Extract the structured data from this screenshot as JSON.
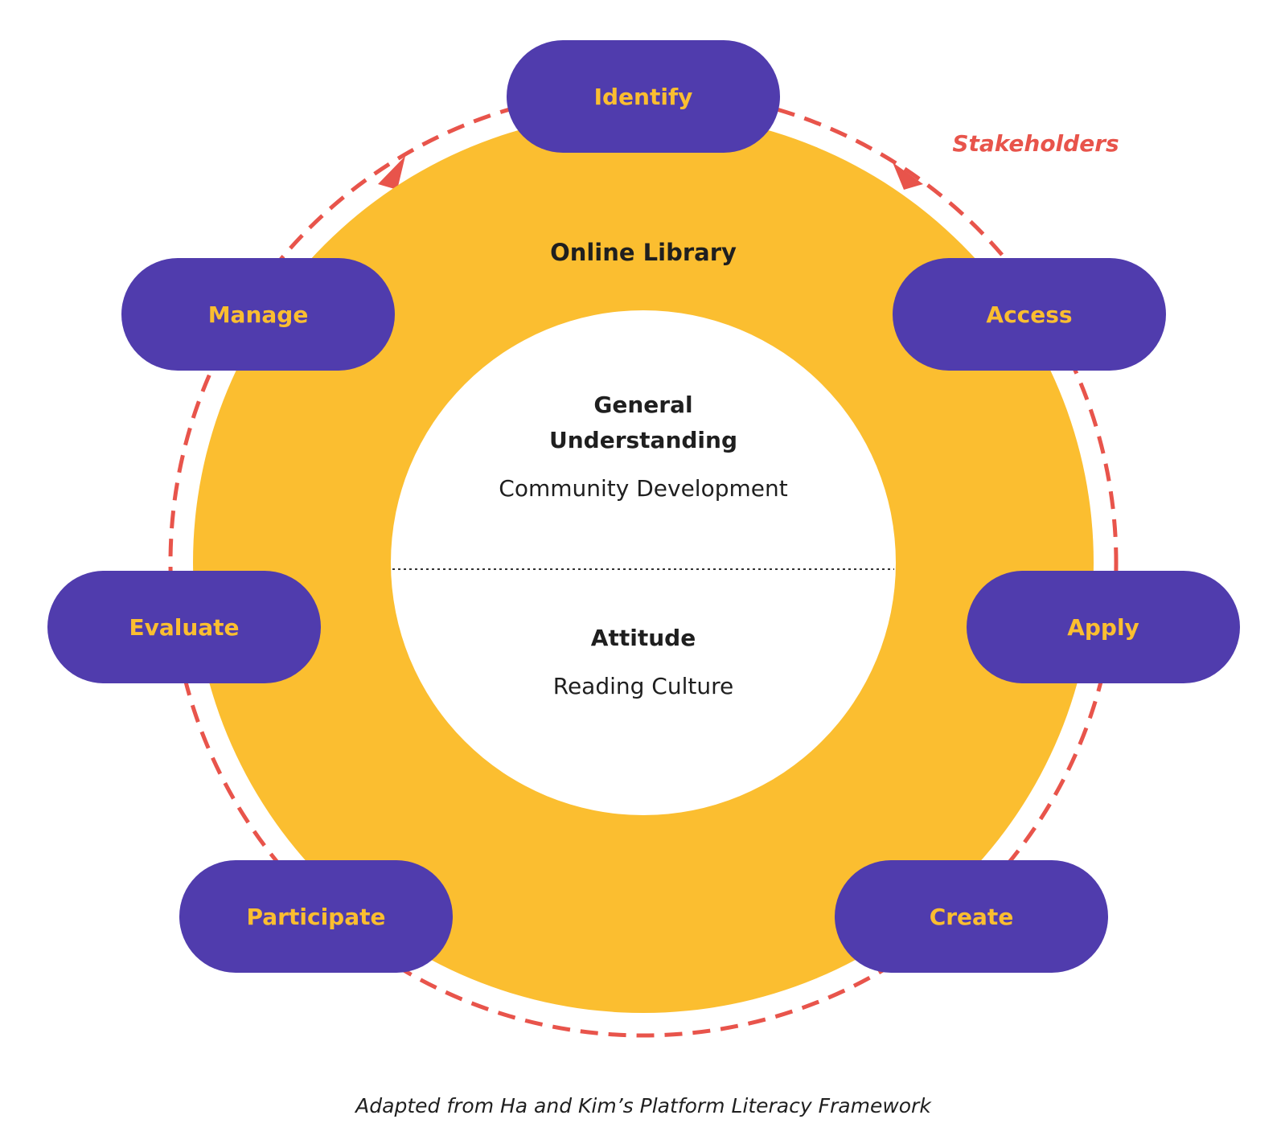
{
  "colors": {
    "ring": "#FBBE30",
    "pill": "#503CAD",
    "pill_text": "#FBBE30",
    "dashed": "#E8544B",
    "dark_text": "#1F1F1F",
    "background": "#FFFFFF"
  },
  "ring": {
    "title": "Online Library"
  },
  "center": {
    "top_heading_line1": "General",
    "top_heading_line2": "Understanding",
    "top_subtext": "Community Development",
    "bottom_heading": "Attitude",
    "bottom_subtext": "Reading Culture"
  },
  "stakeholders_label": "Stakeholders",
  "steps": [
    {
      "id": "identify",
      "label": "Identify"
    },
    {
      "id": "access",
      "label": "Access"
    },
    {
      "id": "apply",
      "label": "Apply"
    },
    {
      "id": "create",
      "label": "Create"
    },
    {
      "id": "participate",
      "label": "Participate"
    },
    {
      "id": "evaluate",
      "label": "Evaluate"
    },
    {
      "id": "manage",
      "label": "Manage"
    }
  ],
  "caption": "Adapted from Ha and Kim’s Platform Literacy Framework"
}
